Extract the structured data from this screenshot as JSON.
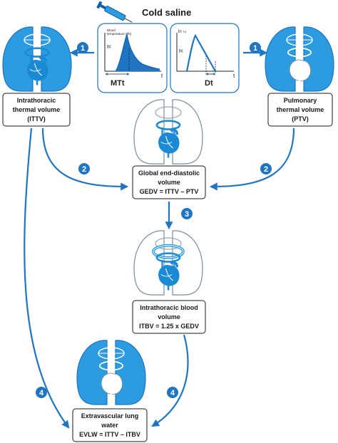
{
  "colors": {
    "accent": "#1f75c1",
    "lung_fill": "#2c9be0",
    "heart": "#1a8ad4",
    "outline": "#0e5fa6"
  },
  "header": {
    "label": "Cold saline",
    "icon": "syringe-icon"
  },
  "graph_left": {
    "y_label_line1": "Blood",
    "y_label_line2": "temperature (Tb)",
    "y_small": "[b]",
    "x_axis": "t",
    "measure": "MTt"
  },
  "graph_right": {
    "y_label": "ln",
    "y_label_sub": "Tb",
    "y_small": "[b]",
    "x_axis": "t",
    "measure": "Dt"
  },
  "steps": {
    "s1": "1",
    "s2": "2",
    "s3": "3",
    "s4": "4"
  },
  "boxes": {
    "ittv": {
      "line1": "Intrathoracic",
      "line2": "thermal volume",
      "line3": "(ITTV)"
    },
    "ptv": {
      "line1": "Pulmonary",
      "line2": "thermal volume",
      "line3": "(PTV)"
    },
    "gedv": {
      "line1": "Global end-diastolic",
      "line2": "volume",
      "line3": "GEDV = ITTV – PTV"
    },
    "itbv": {
      "line1": "Intrathoracic blood",
      "line2": "volume",
      "line3": "ITBV = 1.25 x GEDV"
    },
    "evlw": {
      "line1": "Extravascular lung",
      "line2": "water",
      "line3": "EVLW = ITTV – ITBV"
    }
  }
}
